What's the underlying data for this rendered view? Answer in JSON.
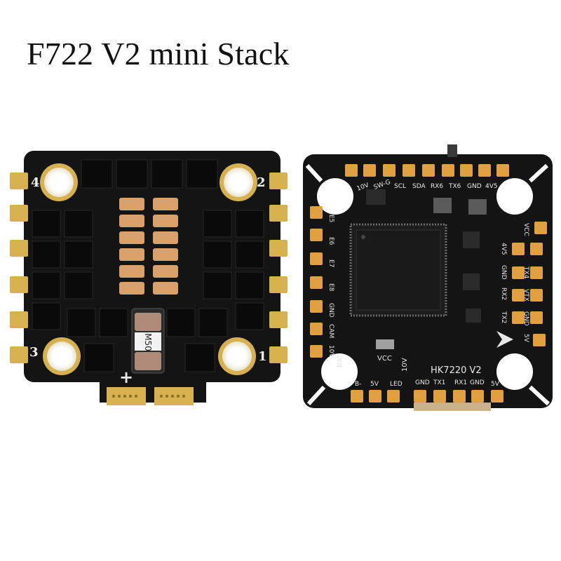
{
  "title": "F722 V2 mini Stack",
  "esc": {
    "corner_labels": [
      "4",
      "2",
      "3",
      "1"
    ],
    "plus_label": "+",
    "inductor_label": "M50"
  },
  "fc": {
    "model_label": "HK7220 V2",
    "top_pads": [
      "SW-G",
      "10V",
      "SCL",
      "SDA",
      "RX6",
      "TX6",
      "GND",
      "4V5"
    ],
    "left_pads": [
      "E5",
      "E6",
      "E7",
      "E8",
      "GND",
      "CAM",
      "10V"
    ],
    "right_pads": [
      "VCC",
      "4V5",
      "GND",
      "TX4",
      "RX2",
      "VTX",
      "TX2",
      "GND",
      "5V"
    ],
    "bottom_pads": [
      "B-",
      "5V",
      "LED",
      "GND",
      "TX1",
      "RX1",
      "GND",
      "5V"
    ],
    "misc_labels": [
      "BAT",
      "VCC",
      "10V"
    ]
  },
  "colors": {
    "pcb": "#141414",
    "pad": "#e0a040",
    "gold_edge": "#d6b14e",
    "cap": "#d9a06a"
  }
}
